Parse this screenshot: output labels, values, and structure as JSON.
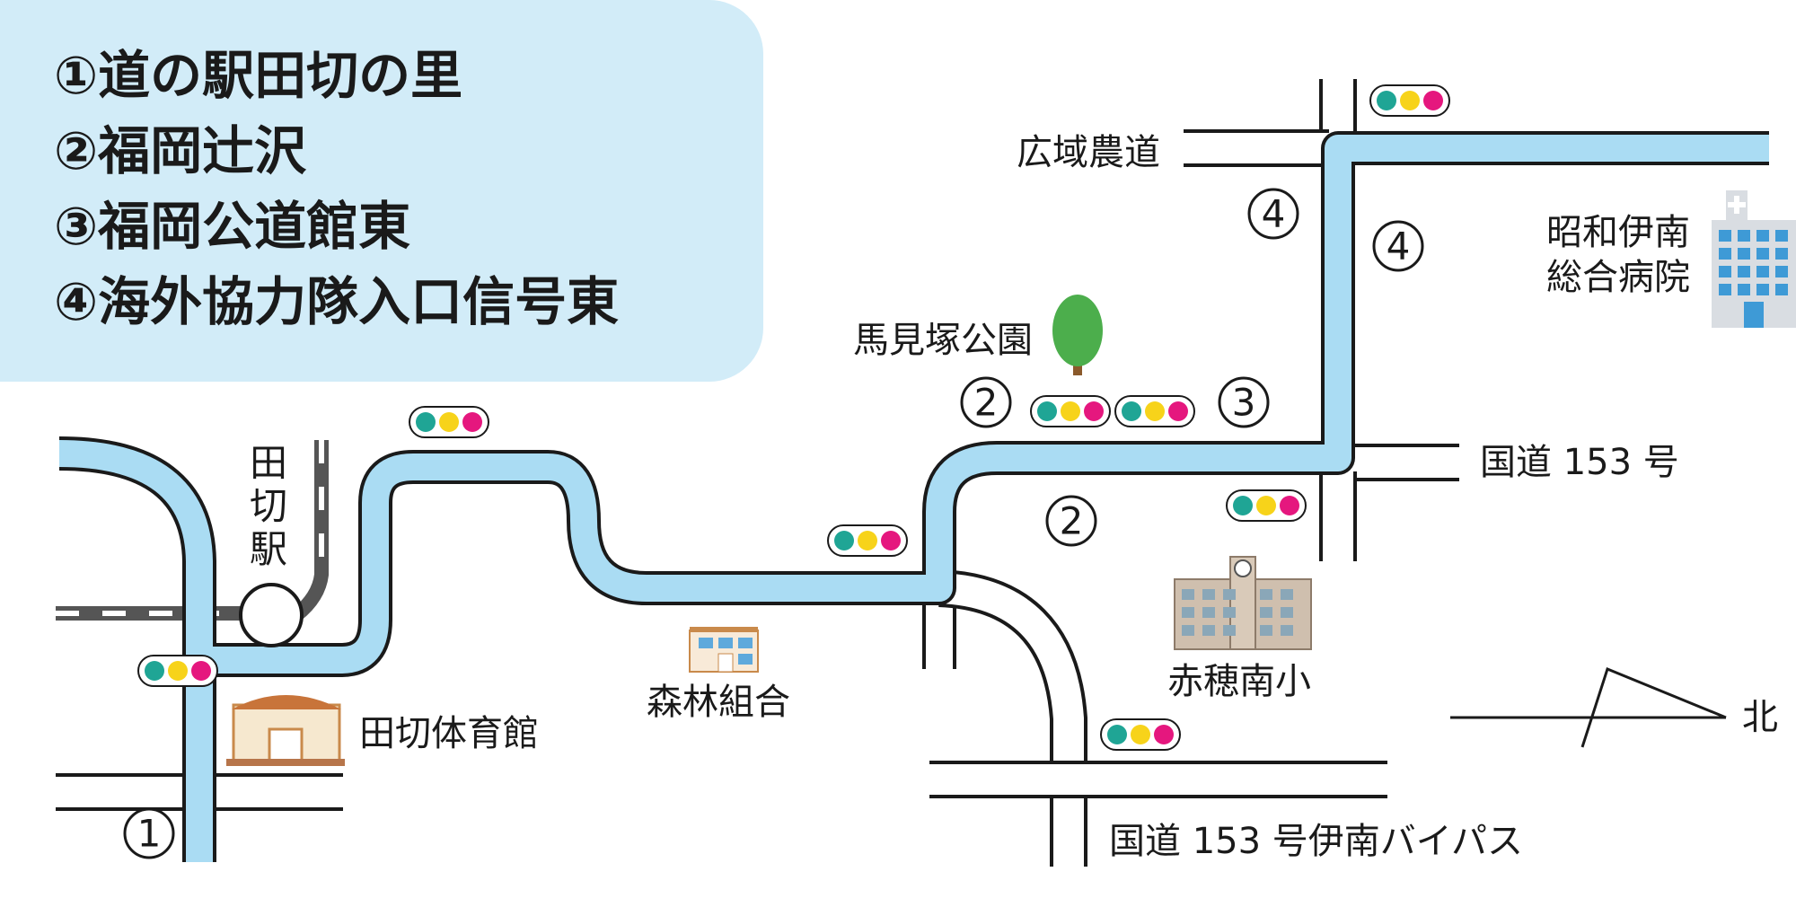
{
  "legend": {
    "items": [
      "①道の駅田切の里",
      "②福岡辻沢",
      "③福岡公道館東",
      "④海外協力隊入口信号東"
    ]
  },
  "landmarks": {
    "tagiri_station": "田切駅",
    "tagiri_gym": "田切体育館",
    "forest_union": "森林組合",
    "mamizuka_park": "馬見塚公園",
    "akaho_elementary": "赤穂南小",
    "hospital": "昭和伊南\n総合病院"
  },
  "roads": {
    "farm_road": "広域農道",
    "route153": "国道 153 号",
    "bypass": "国道 153 号伊南バイパス"
  },
  "compass": {
    "north": "北"
  },
  "stop_markers": {
    "m1": "1",
    "m2a": "2",
    "m2b": "2",
    "m3": "3",
    "m4a": "4",
    "m4b": "4"
  },
  "colors": {
    "route": "#aadcf3",
    "legend_bg": "#d2ecf8",
    "signal_green": "#1fa595",
    "signal_yellow": "#f7d31a",
    "signal_pink": "#e5177e"
  }
}
